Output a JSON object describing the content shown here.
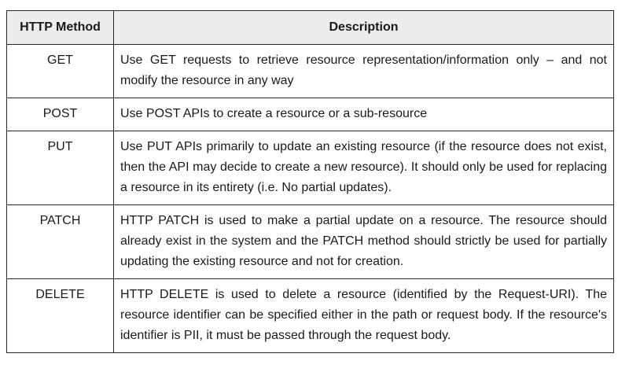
{
  "table": {
    "headers": [
      "HTTP Method",
      "Description"
    ],
    "rows": [
      {
        "method": "GET",
        "description": "Use GET requests to retrieve resource representation/information only – and not modify the resource in any way"
      },
      {
        "method": "POST",
        "description": "Use POST APIs to create a resource or a sub-resource"
      },
      {
        "method": "PUT",
        "description": "Use PUT APIs primarily to update an existing resource (if the resource does not exist, then the API may decide to create a new resource). It should only be used for replacing a resource in its entirety (i.e. No partial updates)."
      },
      {
        "method": "PATCH",
        "description": "HTTP PATCH is used to make a partial update on a resource. The resource should already exist in the system and the PATCH method should strictly be used for partially updating the existing resource and not for creation."
      },
      {
        "method": "DELETE",
        "description": "HTTP DELETE is used to delete a resource (identified by the Request-URI). The resource identifier can be specified either in the path or request body. If the resource's identifier is PII, it must be passed through the request body."
      }
    ]
  }
}
